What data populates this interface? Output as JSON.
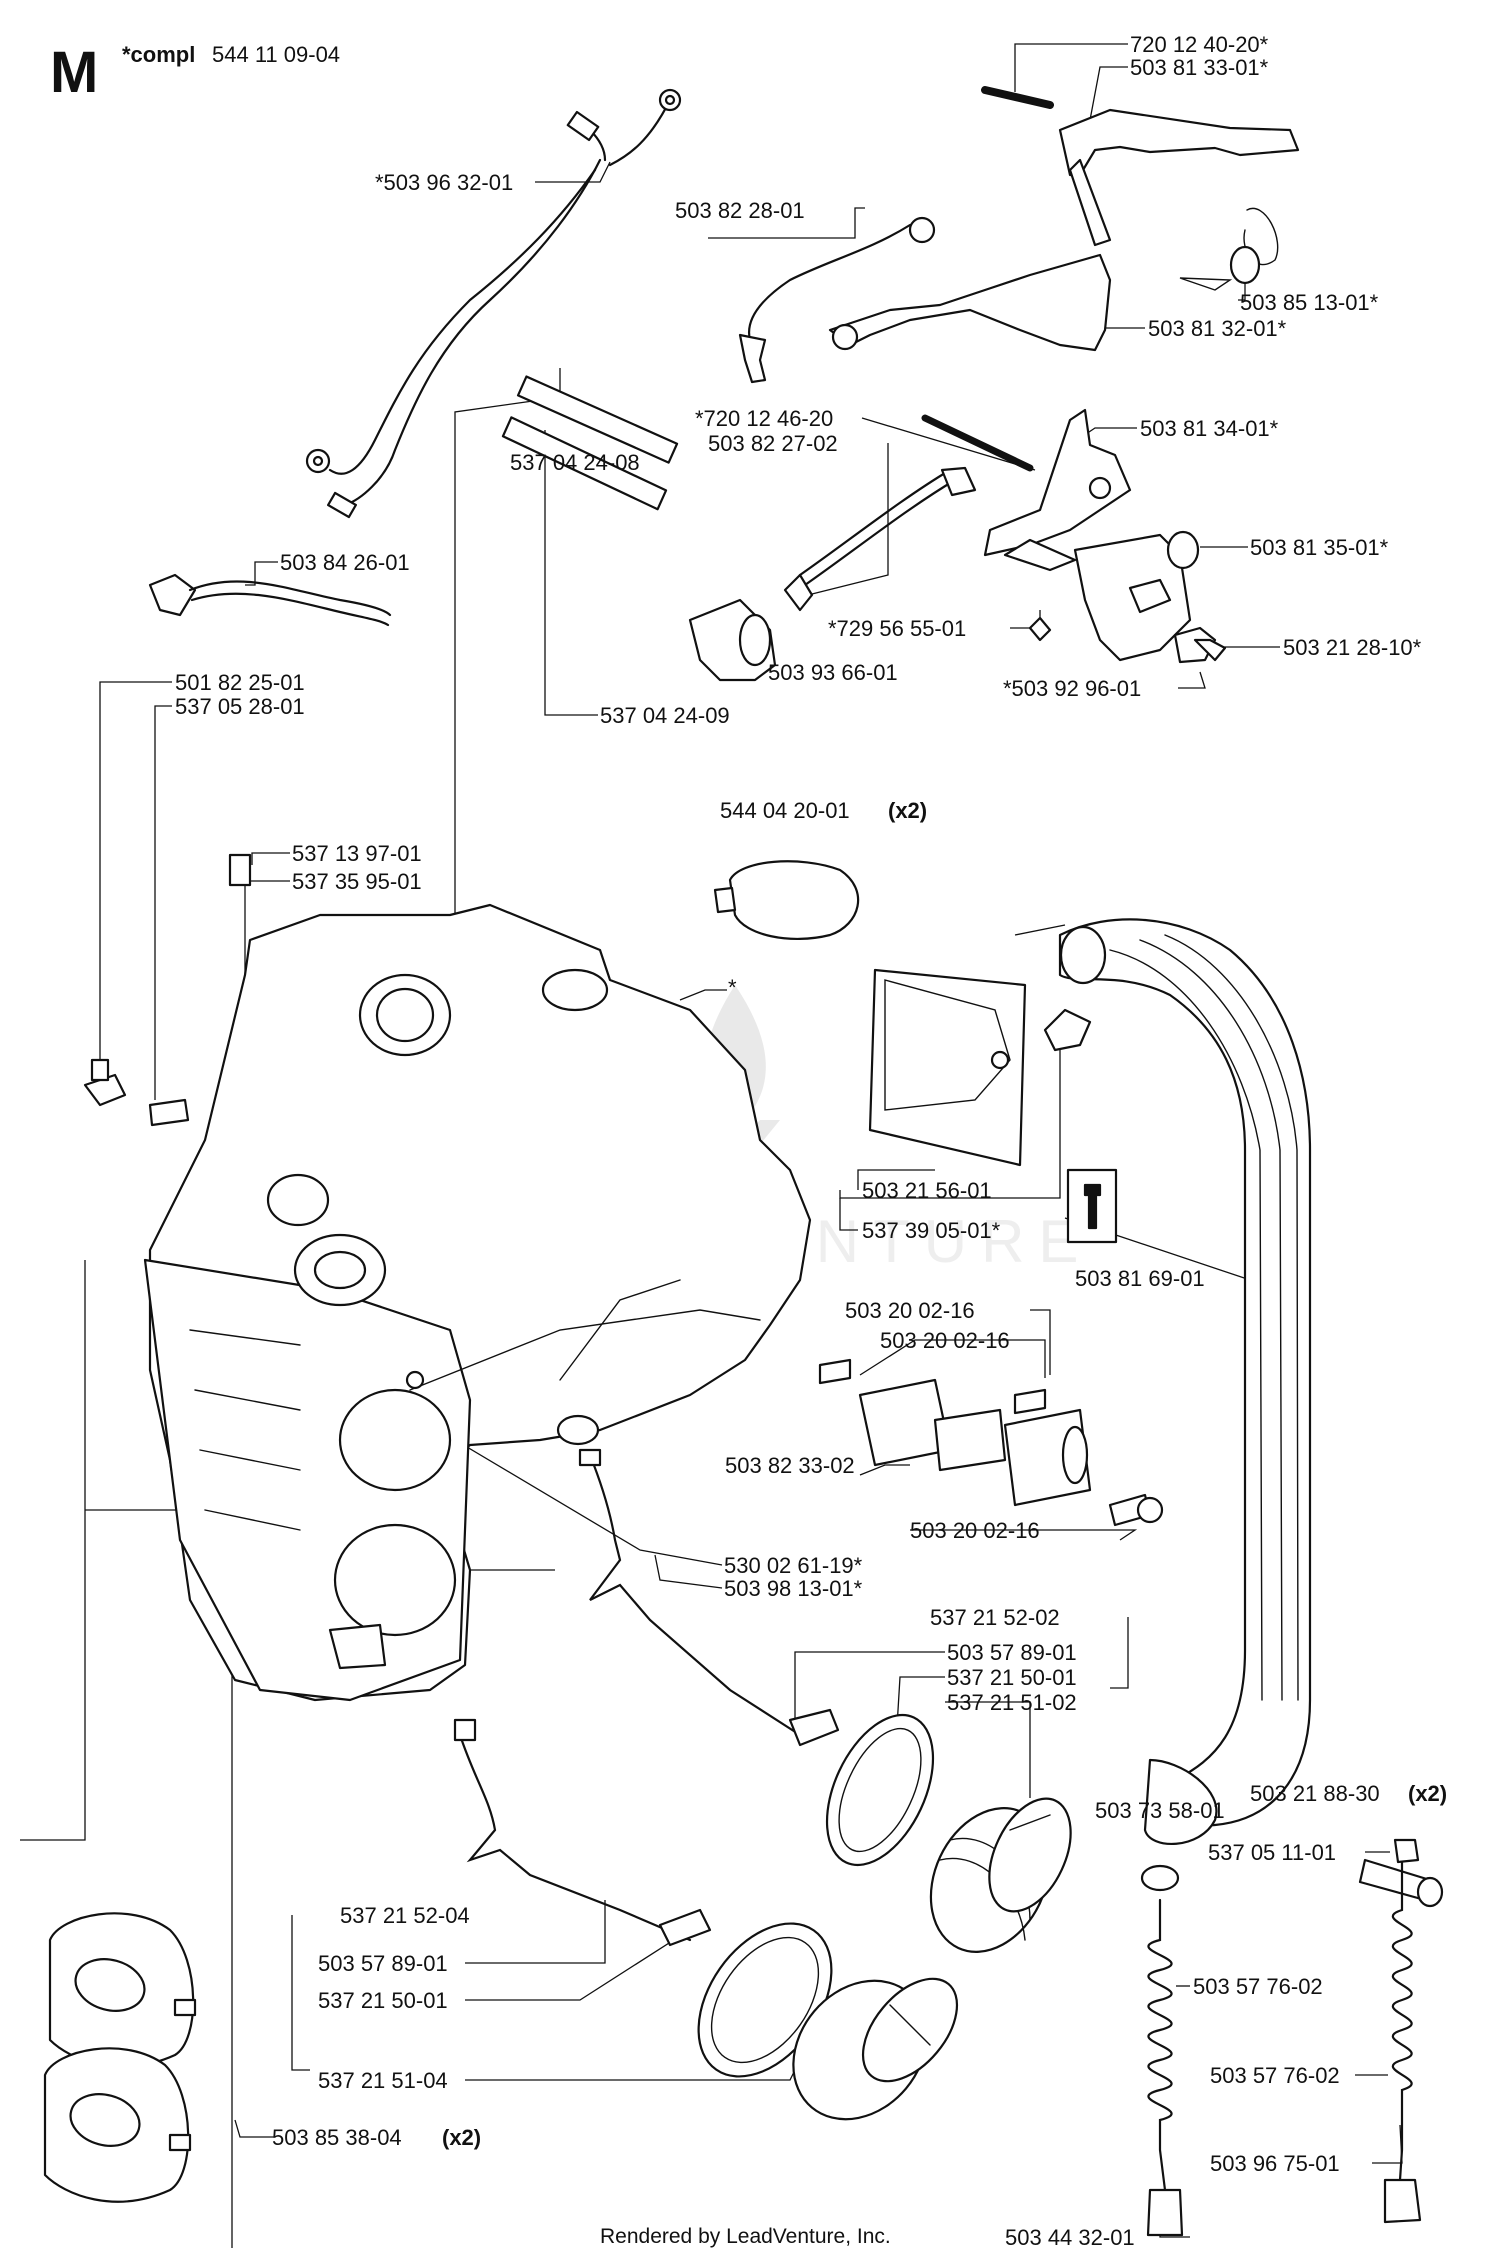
{
  "header": {
    "section": "M",
    "compl_label": "*compl",
    "compl_number": "544 11 09-04"
  },
  "footer": {
    "credit": "Rendered by LeadVenture, Inc."
  },
  "watermark": {
    "text": "LEADVENTURE"
  },
  "colors": {
    "ink": "#111111",
    "watermark": "#eeeeee",
    "background": "#ffffff"
  },
  "labels": [
    {
      "id": "p1",
      "text": "720 12 40-20*"
    },
    {
      "id": "p2",
      "text": "503 81 33-01*"
    },
    {
      "id": "p3",
      "text": "*503 96 32-01"
    },
    {
      "id": "p4",
      "text": "503 82 28-01"
    },
    {
      "id": "p5",
      "text": "503 85 13-01*"
    },
    {
      "id": "p6",
      "text": "503 81 32-01*"
    },
    {
      "id": "p7",
      "text": "*720 12 46-20"
    },
    {
      "id": "p8",
      "text": "503 81 34-01*"
    },
    {
      "id": "p9",
      "text": "503 82 27-02"
    },
    {
      "id": "p10",
      "text": "537 04 24-08"
    },
    {
      "id": "p11",
      "text": "503 81 35-01*"
    },
    {
      "id": "p12",
      "text": "503 84 26-01"
    },
    {
      "id": "p13",
      "text": "*729 56 55-01"
    },
    {
      "id": "p14",
      "text": "503 21 28-10*"
    },
    {
      "id": "p15",
      "text": "503 93 66-01"
    },
    {
      "id": "p16",
      "text": "*503 92 96-01"
    },
    {
      "id": "p17",
      "text": "537 04 24-09"
    },
    {
      "id": "p18",
      "text": "501 82 25-01"
    },
    {
      "id": "p19",
      "text": "537 05 28-01"
    },
    {
      "id": "p20",
      "text": "544 04 20-01",
      "suffix": "(x2)"
    },
    {
      "id": "p21",
      "text": "537 13 97-01"
    },
    {
      "id": "p22",
      "text": "537 35 95-01"
    },
    {
      "id": "p23",
      "text": "*"
    },
    {
      "id": "p24",
      "text": "503 21 56-01"
    },
    {
      "id": "p25",
      "text": "537 39 05-01*"
    },
    {
      "id": "p26",
      "text": "503 81 69-01"
    },
    {
      "id": "p27",
      "text": "503 20 02-16"
    },
    {
      "id": "p28",
      "text": "503 20 02-16"
    },
    {
      "id": "p29",
      "text": "503 82 33-02"
    },
    {
      "id": "p30",
      "text": "503 20 02-16"
    },
    {
      "id": "p31",
      "text": "530 02 61-19*"
    },
    {
      "id": "p32",
      "text": "503 98 13-01*"
    },
    {
      "id": "p33",
      "text": "537 21 52-02"
    },
    {
      "id": "p34",
      "text": "503 57 89-01"
    },
    {
      "id": "p35",
      "text": "537 21 50-01"
    },
    {
      "id": "p36",
      "text": "537 21 51-02"
    },
    {
      "id": "p37",
      "text": "503 21 88-30",
      "suffix": "(x2)"
    },
    {
      "id": "p38",
      "text": "503 73 58-01"
    },
    {
      "id": "p39",
      "text": "537 05 11-01"
    },
    {
      "id": "p40",
      "text": "537 21 52-04"
    },
    {
      "id": "p41",
      "text": "503 57 89-01"
    },
    {
      "id": "p42",
      "text": "503 57 76-02"
    },
    {
      "id": "p43",
      "text": "537 21 50-01"
    },
    {
      "id": "p44",
      "text": "503 57 76-02"
    },
    {
      "id": "p45",
      "text": "537 21 51-04"
    },
    {
      "id": "p46",
      "text": "503 85 38-04",
      "suffix": "(x2)"
    },
    {
      "id": "p47",
      "text": "503 96 75-01"
    },
    {
      "id": "p48",
      "text": "503 44 32-01"
    }
  ]
}
